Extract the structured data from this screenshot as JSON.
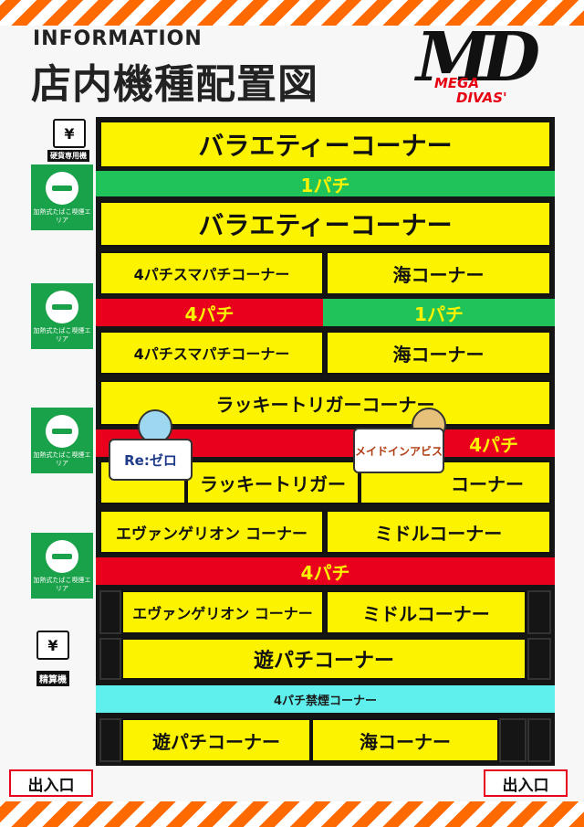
{
  "header": {
    "title_en": "INFORMATION",
    "title_jp": "店内機種配置図",
    "logo_md": "MD",
    "logo_mega": "MEGA",
    "logo_divas": "DIVAS'"
  },
  "floor": {
    "variety_corner": "バラエティーコーナー",
    "one_pachi": "1パチ",
    "four_pachi": "4パチ",
    "four_pachi_smapachi": "4パチスマパチコーナー",
    "umi_corner": "海コーナー",
    "lucky_trigger_corner": "ラッキートリガーコーナー",
    "lucky_trigger": "ラッキートリガー",
    "corner": "コーナー",
    "rezero": "Re:ゼロ",
    "madeinabyss": "メイドインアビス",
    "evangelion_corner": "エヴァンゲリオン コーナー",
    "middle_corner": "ミドルコーナー",
    "asobi_pachi_corner": "遊パチコーナー",
    "four_pachi_nosmoking": "4パチ禁煙コーナー"
  },
  "side": {
    "prepaid_label": "硬貨専用機",
    "card_symbol": "¥",
    "heated_smoking_area": "加熱式たばこ喫煙エリア",
    "settlement": "精算機"
  },
  "exits": {
    "left": "出入口",
    "right": "出入口"
  },
  "colors": {
    "yellow": "#fcf300",
    "green": "#20c35a",
    "red": "#e8001c",
    "cyan": "#5ff0ee",
    "stripe_orange": "#ff6a00"
  }
}
